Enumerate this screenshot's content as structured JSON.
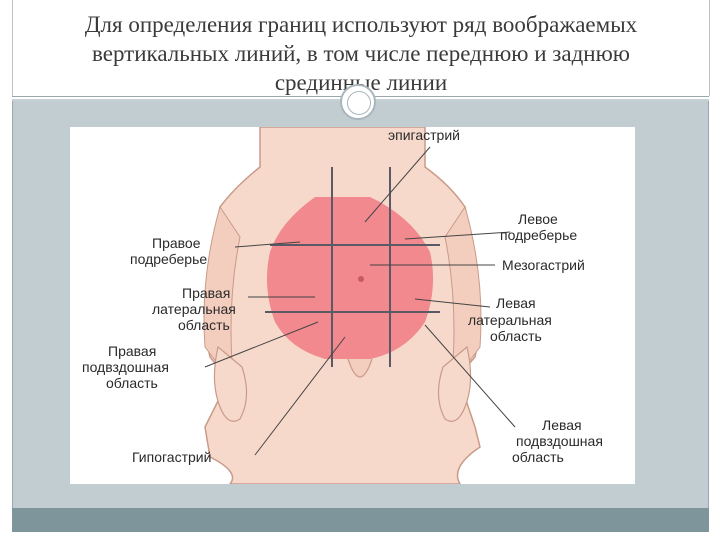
{
  "slide": {
    "title_line1": "Для определения границ используют ряд воображаемых",
    "title_line2": "вертикальных линий, в том числе переднюю и заднюю",
    "title_line3": "срединные  линии"
  },
  "figure": {
    "labels": {
      "epigastrium": "эпигастрий",
      "left_hypochondrium_1": "Левое",
      "left_hypochondrium_2": "подреберье",
      "right_hypochondrium_1": "Правое",
      "right_hypochondrium_2": "подреберье",
      "mesogastrium": "Мезогастрий",
      "right_lateral_1": "Правая",
      "right_lateral_2": "латеральная",
      "right_lateral_3": "область",
      "left_lateral_1": "Левая",
      "left_lateral_2": "латеральная",
      "left_lateral_3": "область",
      "right_iliac_1": "Правая",
      "right_iliac_2": "подвздошная",
      "right_iliac_3": "область",
      "left_iliac_1": "Левая",
      "left_iliac_2": "подвздошная",
      "left_iliac_3": "область",
      "hypogastrium": "Гипогастрий"
    },
    "colors": {
      "skin": "#f7d9cc",
      "skin_outline": "#c99a88",
      "abdomen_region": "#f07f88",
      "lines": "#5a5a66"
    }
  }
}
